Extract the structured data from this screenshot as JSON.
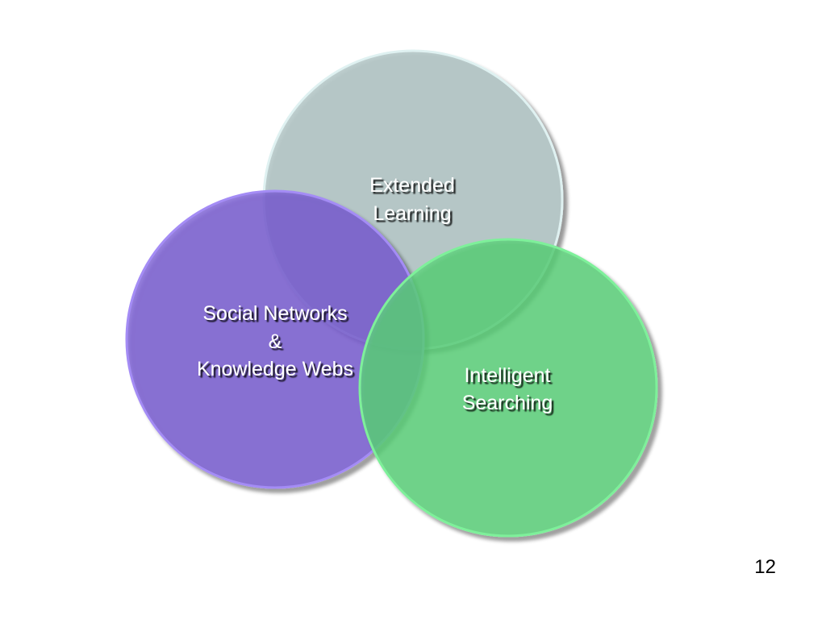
{
  "diagram": {
    "circles": [
      {
        "id": "extended-learning",
        "lines": [
          "Extended",
          "Learning"
        ],
        "color": "#b3c6c6"
      },
      {
        "id": "social-networks",
        "lines": [
          "Social Networks",
          "&",
          "Knowledge Webs"
        ],
        "color": "#7b5fd3"
      },
      {
        "id": "intelligent-searching",
        "lines": [
          "Intelligent",
          "Searching"
        ],
        "color": "#5bd47a"
      }
    ]
  },
  "page": {
    "number": "12"
  }
}
